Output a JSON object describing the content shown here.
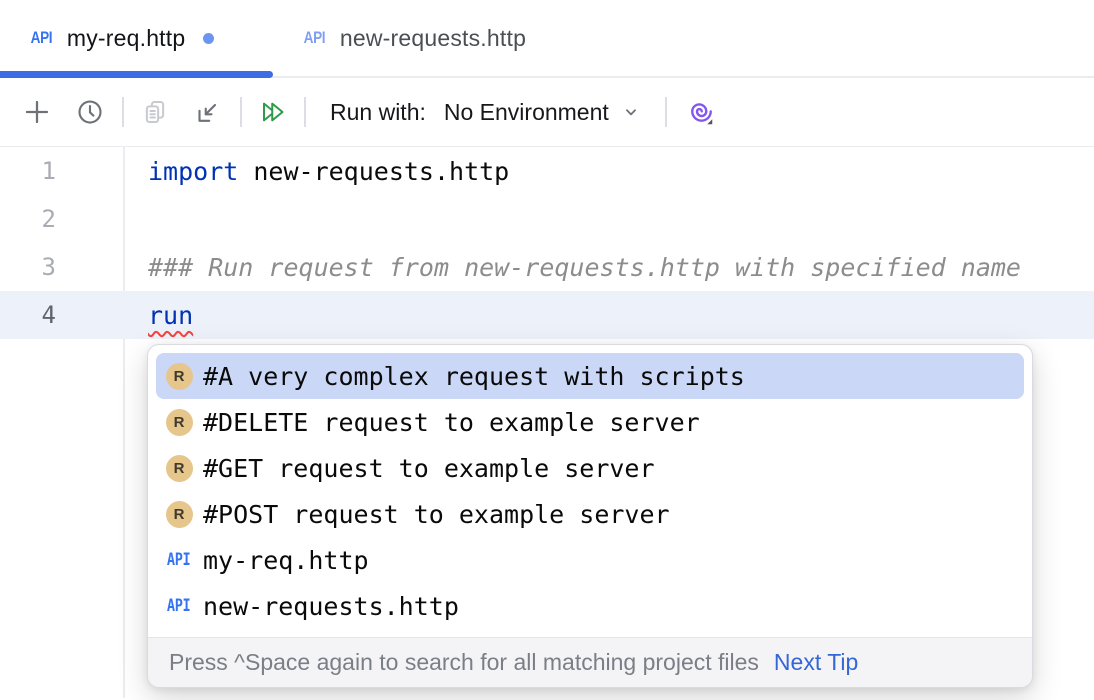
{
  "tabs": [
    {
      "icon": "API",
      "label": "my-req.http",
      "modified": true,
      "active": true
    },
    {
      "icon": "API",
      "label": "new-requests.http",
      "modified": false,
      "active": false
    }
  ],
  "toolbar": {
    "run_with_label": "Run with:",
    "environment_selected": "No Environment",
    "icons": [
      "add-icon",
      "history-icon",
      "copy-icon",
      "import-icon",
      "run-all-icon",
      "chevron-down-icon",
      "ai-assistant-icon"
    ]
  },
  "editor": {
    "lines": [
      {
        "number": "1",
        "current": false,
        "segments": [
          {
            "type": "keyword",
            "text": "import"
          },
          {
            "type": "plain",
            "text": " new-requests.http"
          }
        ]
      },
      {
        "number": "2",
        "current": false,
        "segments": []
      },
      {
        "number": "3",
        "current": false,
        "segments": [
          {
            "type": "comment",
            "text": "### Run request from new-requests.http with specified name"
          }
        ]
      },
      {
        "number": "4",
        "current": true,
        "segments": [
          {
            "type": "keyword-error",
            "text": "run"
          }
        ]
      }
    ]
  },
  "completion_popup": {
    "items": [
      {
        "icon": "request",
        "icon_text": "R",
        "label": "#A very complex request with scripts",
        "selected": true
      },
      {
        "icon": "request",
        "icon_text": "R",
        "label": "#DELETE request to example server",
        "selected": false
      },
      {
        "icon": "request",
        "icon_text": "R",
        "label": "#GET request to example server",
        "selected": false
      },
      {
        "icon": "request",
        "icon_text": "R",
        "label": "#POST request to example server",
        "selected": false
      },
      {
        "icon": "api-file",
        "icon_text": "API",
        "label": "my-req.http",
        "selected": false
      },
      {
        "icon": "api-file",
        "icon_text": "API",
        "label": "new-requests.http",
        "selected": false
      }
    ],
    "footer_hint": "Press ^Space again to search for all matching project files",
    "footer_link": "Next Tip"
  },
  "colors": {
    "accent_blue": "#3574F0",
    "tab_underline": "#3D6CE7",
    "keyword_blue": "#0033B3",
    "comment_gray": "#8C8C8C",
    "selection_bg": "#CBD7F6",
    "current_line_bg": "#EDF1FA",
    "request_badge_bg": "#E6C68A",
    "run_green": "#2E9B4A",
    "ai_purple": "#8456F0",
    "error_red": "#F5433F"
  }
}
